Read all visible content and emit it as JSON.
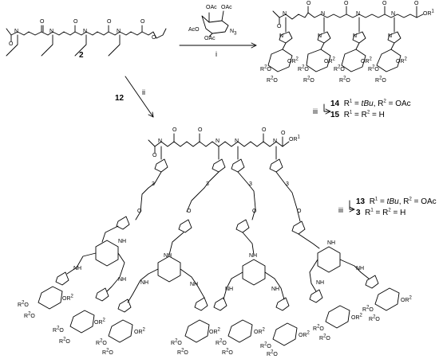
{
  "compounds": {
    "start": {
      "number": "2"
    },
    "product_top": {
      "number_a": "14",
      "number_b": "15"
    },
    "product_bottom": {
      "number_a": "13",
      "number_b": "3"
    },
    "reagent_bottom": {
      "number": "12"
    }
  },
  "steps": {
    "step_i": "i",
    "step_ii": "ii",
    "step_iii_top": "iii",
    "step_iii_bottom": "iii"
  },
  "reagent_azide": {
    "oac_1": "OAc",
    "oac_2": "OAc",
    "oac_3": "AcO",
    "oac_4": "OAc",
    "n3": "N",
    "n3_sub": "3"
  },
  "definitions": {
    "def_14": {
      "r1": "R",
      "r1_sup": "1",
      "eq1": " = ",
      "r1_val": "tBu",
      "sep": ", R",
      "r2_sup": "2",
      "eq2": " = OAc"
    },
    "def_15": {
      "r1": "R",
      "r1_sup": "1",
      "eq1": " = R",
      "r2_sup": "2",
      "eq2": " = H"
    },
    "def_13": {
      "r1": "R",
      "r1_sup": "1",
      "eq1": " = ",
      "r1_val": "tBu",
      "sep": ", R",
      "r2_sup": "2",
      "eq2": " = OAc"
    },
    "def_3": {
      "r1": "R",
      "r1_sup": "1",
      "eq1": " = R",
      "r2_sup": "2",
      "eq2": " = H"
    }
  },
  "atoms": {
    "O": "O",
    "N": "N",
    "NH": "NH",
    "OR1": "OR",
    "OR2": "OR",
    "R2O": "R",
    "sup1": "1",
    "sup2": "2",
    "three": "3"
  }
}
